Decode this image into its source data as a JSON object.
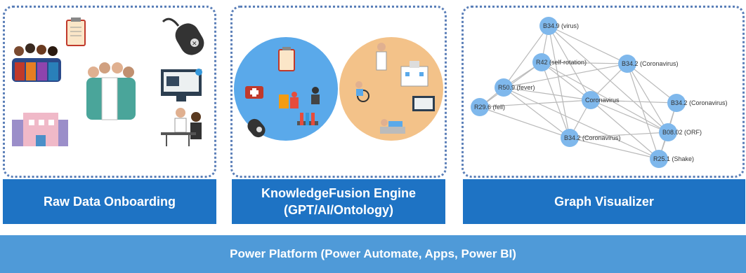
{
  "panels": [
    {
      "label": "Raw Data Onboarding"
    },
    {
      "label": "KnowledgeFusion Engine\n(GPT/AI/Ontology)"
    },
    {
      "label": "Graph Visualizer"
    }
  ],
  "platform_bar": "Power Platform (Power Automate, Apps, Power BI)",
  "graph": {
    "nodes": [
      {
        "id": "virus",
        "label": "B34.9 (virus)"
      },
      {
        "id": "r42",
        "label": "R42 (self-rotation)"
      },
      {
        "id": "b342a",
        "label": "B34.2 (Coronavirus)"
      },
      {
        "id": "r509",
        "label": "R50.9 (fever)"
      },
      {
        "id": "corona",
        "label": "Coronavirus"
      },
      {
        "id": "b342b",
        "label": "B34.2 (Coronavirus)"
      },
      {
        "id": "r296",
        "label": "R29.6 (fell)"
      },
      {
        "id": "b0802",
        "label": "B08.02 (ORF)"
      },
      {
        "id": "b342c",
        "label": "B34.2 (Coronavirus)"
      },
      {
        "id": "r251",
        "label": "R25.1 (Shake)"
      }
    ]
  },
  "colors": {
    "accent": "#1e73c4",
    "platform": "#4f9ad8",
    "node": "#7fb8ec",
    "blue_circle": "#5aa9ea",
    "peach_circle": "#f3c289"
  }
}
